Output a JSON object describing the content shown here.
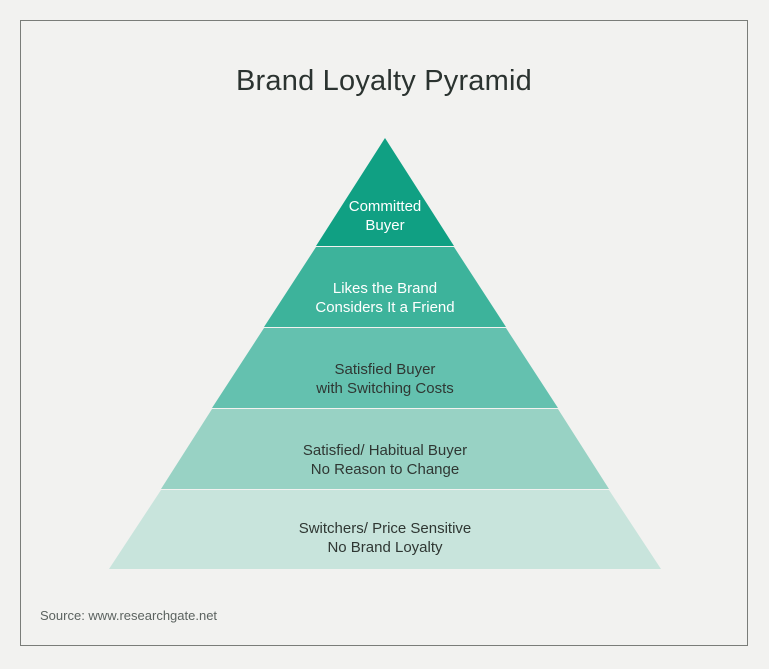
{
  "figure": {
    "title": "Brand Loyalty Pyramid",
    "source": "Source: www.researchgate.net",
    "background_color": "#f2f2f0",
    "border_color": "#7a7d79",
    "title_color": "#2b3330"
  },
  "chart_data": {
    "type": "pyramid",
    "title": "Brand Loyalty Pyramid",
    "subtitle": "",
    "xlabel": "",
    "ylabel": "",
    "legend": [],
    "orientation": "apex-up",
    "level_count": 5,
    "levels": [
      {
        "rank": 1,
        "position": "top",
        "label": "Committed\nBuyer",
        "line1": "Committed",
        "line2": "Buyer",
        "color": "#10a083",
        "text_color": "#ffffff"
      },
      {
        "rank": 2,
        "position": "upper-middle",
        "label": "Likes the Brand\nConsiders It a Friend",
        "line1": "Likes the Brand",
        "line2": "Considers It a Friend",
        "color": "#3db39b",
        "text_color": "#ffffff"
      },
      {
        "rank": 3,
        "position": "middle",
        "label": "Satisfied Buyer\nwith Switching Costs",
        "line1": "Satisfied Buyer",
        "line2": "with Switching Costs",
        "color": "#64c1af",
        "text_color": "#2f3733"
      },
      {
        "rank": 4,
        "position": "lower-middle",
        "label": "Satisfied/ Habitual Buyer\nNo Reason to Change",
        "line1": "Satisfied/ Habitual Buyer",
        "line2": "No Reason to Change",
        "color": "#98d2c4",
        "text_color": "#2f3733"
      },
      {
        "rank": 5,
        "position": "base",
        "label": "Switchers/ Price Sensitive\nNo Brand Loyalty",
        "line1": "Switchers/ Price Sensitive",
        "line2": "No Brand Loyalty",
        "color": "#c8e4dc",
        "text_color": "#2f3733"
      }
    ]
  }
}
